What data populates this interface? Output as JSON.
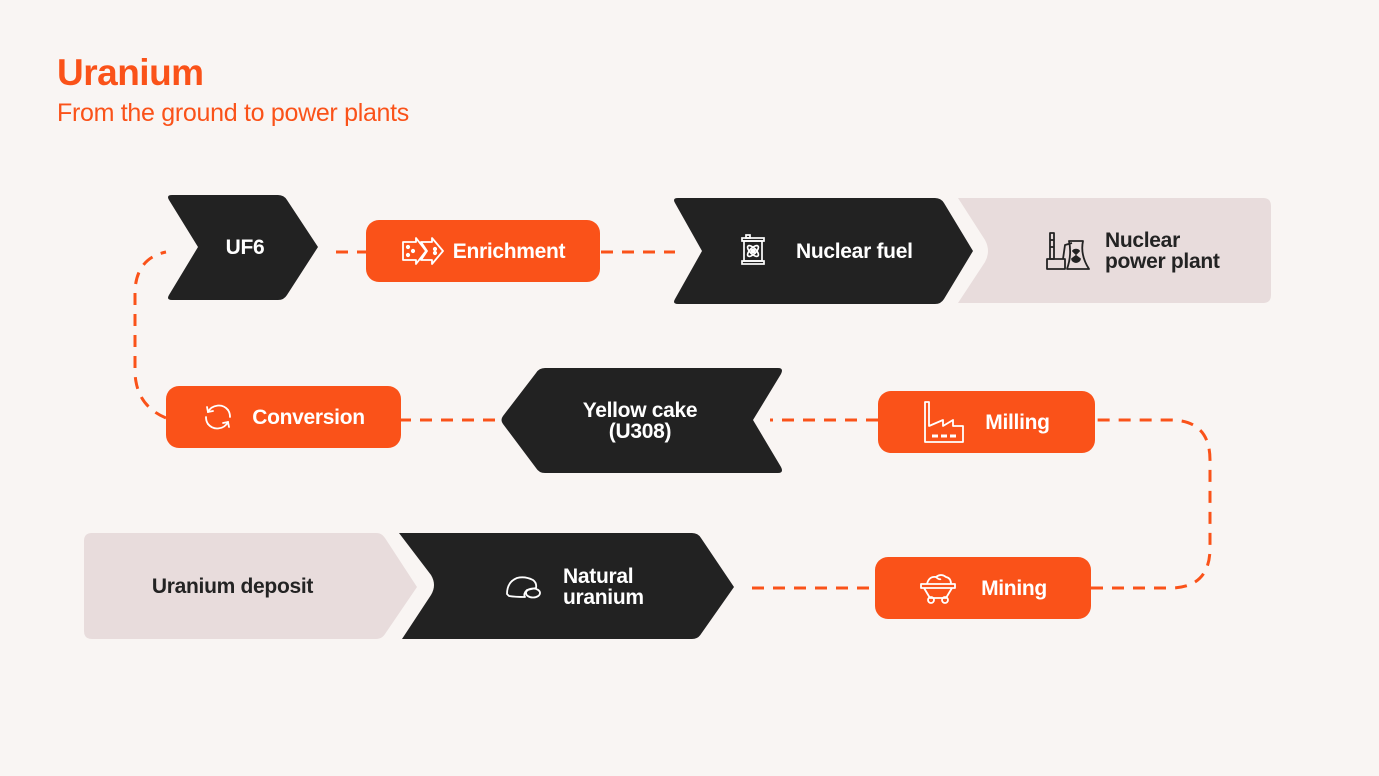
{
  "header": {
    "title": "Uranium",
    "subtitle": "From the ground to power plants"
  },
  "colors": {
    "accent": "#fa5219",
    "dark": "#222222",
    "muted": "#e8dcdc",
    "background": "#f9f5f3"
  },
  "nodes": {
    "uranium_deposit": {
      "label": "Uranium deposit",
      "kind": "muted"
    },
    "natural_uranium": {
      "line1": "Natural",
      "line2": "uranium",
      "icon": "rock-icon",
      "kind": "dark"
    },
    "mining": {
      "label": "Mining",
      "icon": "mine-cart-icon",
      "kind": "process"
    },
    "milling": {
      "label": "Milling",
      "icon": "factory-icon",
      "kind": "process"
    },
    "yellow_cake": {
      "line1": "Yellow cake",
      "line2": "(U308)",
      "kind": "dark"
    },
    "conversion": {
      "label": "Conversion",
      "icon": "cycle-arrows-icon",
      "kind": "process"
    },
    "uf6": {
      "label": "UF6",
      "kind": "dark"
    },
    "enrichment": {
      "label": "Enrichment",
      "icon": "double-arrow-icon",
      "kind": "process"
    },
    "nuclear_fuel": {
      "label": "Nuclear fuel",
      "icon": "fuel-canister-icon",
      "kind": "dark"
    },
    "nuclear_power_plant": {
      "line1": "Nuclear",
      "line2": "power plant",
      "icon": "power-plant-icon",
      "kind": "muted"
    }
  },
  "flow": [
    "Uranium deposit",
    "Natural uranium",
    "Mining",
    "Milling",
    "Yellow cake (U308)",
    "Conversion",
    "UF6",
    "Enrichment",
    "Nuclear fuel",
    "Nuclear power plant"
  ]
}
